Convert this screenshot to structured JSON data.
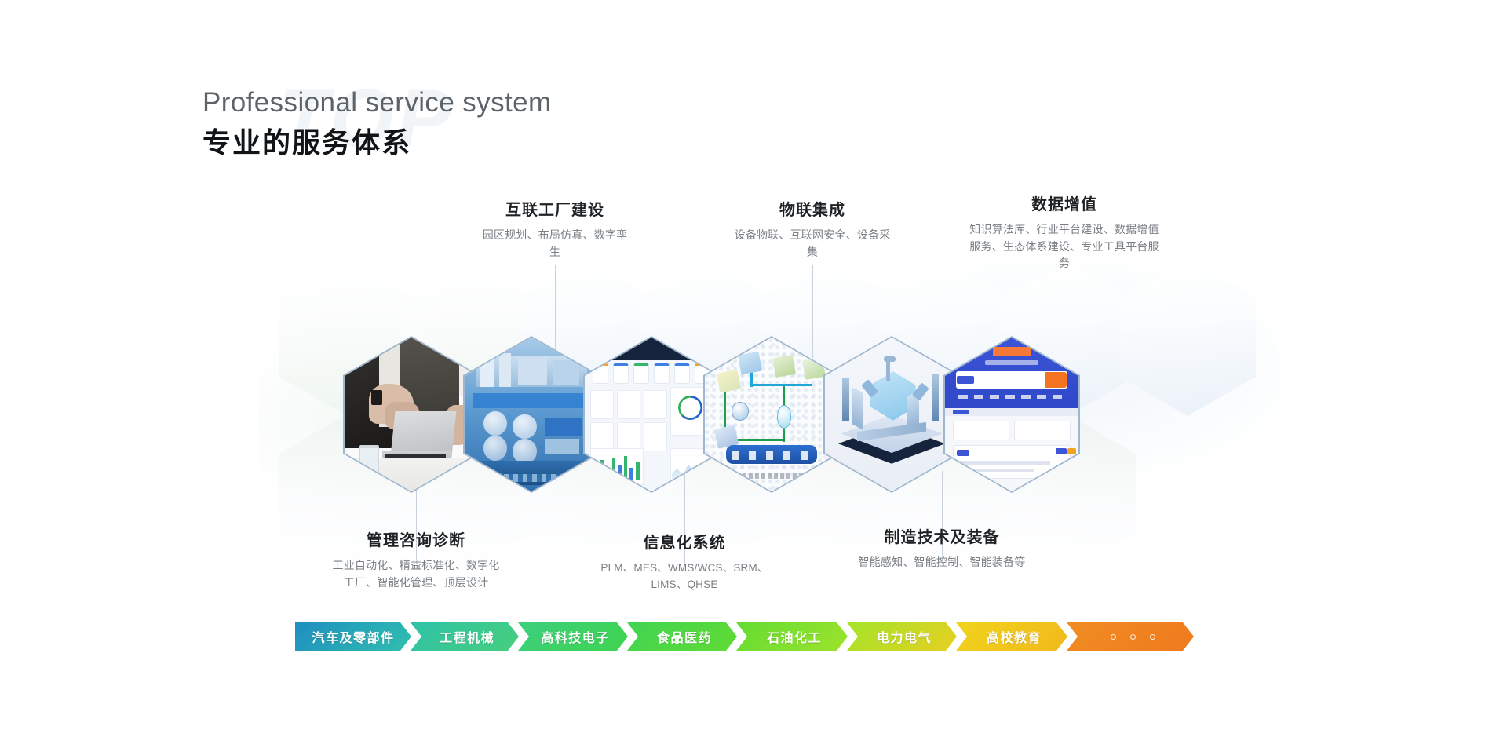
{
  "header": {
    "title_en": "Professional service system",
    "title_cn": "专业的服务体系",
    "watermark": "TOP"
  },
  "colors": {
    "title_cn": "#111416",
    "title_en": "#5d6469",
    "label_title": "#1f2225",
    "label_desc": "#7a7f85",
    "hex_border": "#9fb6cd",
    "connector": "#c9d2da"
  },
  "top_labels": [
    {
      "title": "互联工厂建设",
      "desc": "园区规划、布局仿真、数字孪生"
    },
    {
      "title": "物联集成",
      "desc": "设备物联、互联网安全、设备采集"
    },
    {
      "title": "数据增值",
      "desc": "知识算法库、行业平台建设、数据增值服务、生态体系建设、专业工具平台服务"
    }
  ],
  "bottom_labels": [
    {
      "title": "管理咨询诊断",
      "desc": "工业自动化、精益标准化、数字化工厂、智能化管理、顶层设计"
    },
    {
      "title": "信息化系统",
      "desc": "PLM、MES、WMS/WCS、SRM、LIMS、QHSE"
    },
    {
      "title": "制造技术及装备",
      "desc": "智能感知、智能控制、智能装备等"
    }
  ],
  "hex_cells": [
    {
      "name": "business-consulting-photo",
      "caption": "管理咨询诊断"
    },
    {
      "name": "digital-factory-render",
      "caption": "互联工厂建设"
    },
    {
      "name": "mes-dashboard-screenshot",
      "caption": "信息化系统"
    },
    {
      "name": "iot-flow-diagram",
      "caption": "物联集成"
    },
    {
      "name": "smart-manufacturing-isometric",
      "caption": "制造技术及装备"
    },
    {
      "name": "knowledge-base-portal",
      "caption": "数据增值"
    }
  ],
  "industry_ribbon": [
    {
      "label": "汽车及零部件",
      "color_from": "#1f8fc0",
      "color_to": "#2fbfae"
    },
    {
      "label": "工程机械",
      "color_from": "#2fc2a8",
      "color_to": "#46cf7c"
    },
    {
      "label": "高科技电子",
      "color_from": "#3ccf7e",
      "color_to": "#3fd44f"
    },
    {
      "label": "食品医药",
      "color_from": "#3fd453",
      "color_to": "#62db33"
    },
    {
      "label": "石油化工",
      "color_from": "#63dc33",
      "color_to": "#9ee32b"
    },
    {
      "label": "电力电气",
      "color_from": "#a3e42a",
      "color_to": "#e8cf21"
    },
    {
      "label": "高校教育",
      "color_from": "#f0d41d",
      "color_to": "#f2b81c"
    },
    {
      "label": "",
      "color_from": "#f08c23",
      "color_to": "#ef7a1e",
      "dots": 3
    }
  ]
}
